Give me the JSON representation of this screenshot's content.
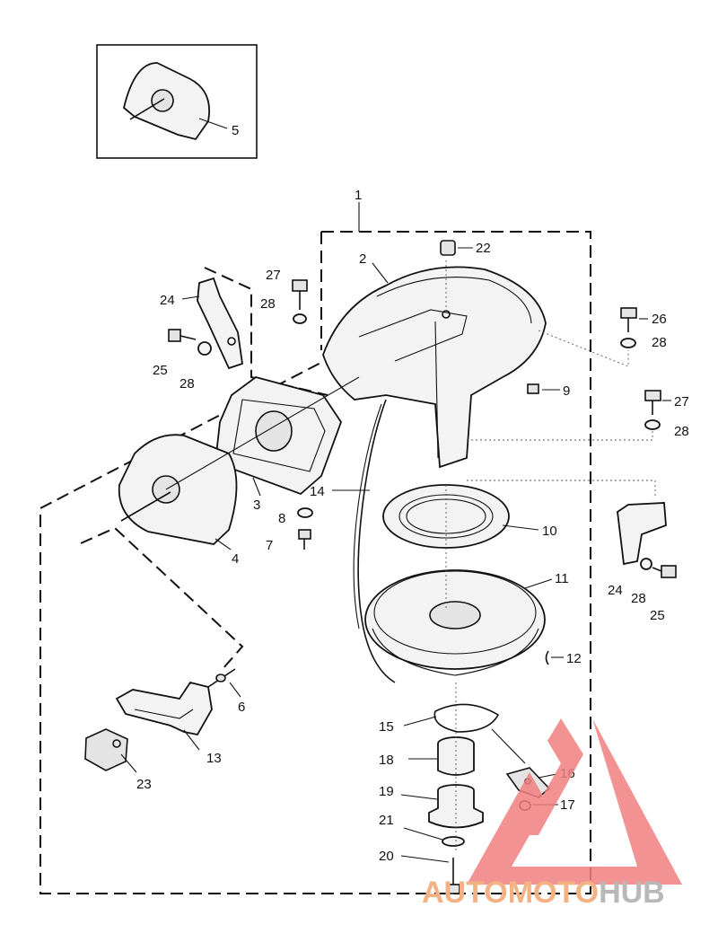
{
  "callouts": {
    "c1": "1",
    "c2": "2",
    "c3": "3",
    "c4": "4",
    "c5": "5",
    "c6": "6",
    "c7": "7",
    "c8": "8",
    "c9": "9",
    "c10": "10",
    "c11": "11",
    "c12": "12",
    "c13": "13",
    "c14": "14",
    "c15": "15",
    "c16": "16",
    "c17": "17",
    "c18": "18",
    "c19": "19",
    "c20": "20",
    "c21": "21",
    "c22": "22",
    "c23": "23",
    "c24a": "24",
    "c24b": "24",
    "c25a": "25",
    "c25b": "25",
    "c26": "26",
    "c27a": "27",
    "c27b": "27",
    "c28a": "28",
    "c28b": "28",
    "c28c": "28",
    "c28d": "28",
    "c28e": "28"
  },
  "watermark": {
    "part1": "AUTOMOTO",
    "part2": "HUB",
    "color1": "#f4b183",
    "color2": "#b8b8b8",
    "logo_color": "#f28080"
  }
}
